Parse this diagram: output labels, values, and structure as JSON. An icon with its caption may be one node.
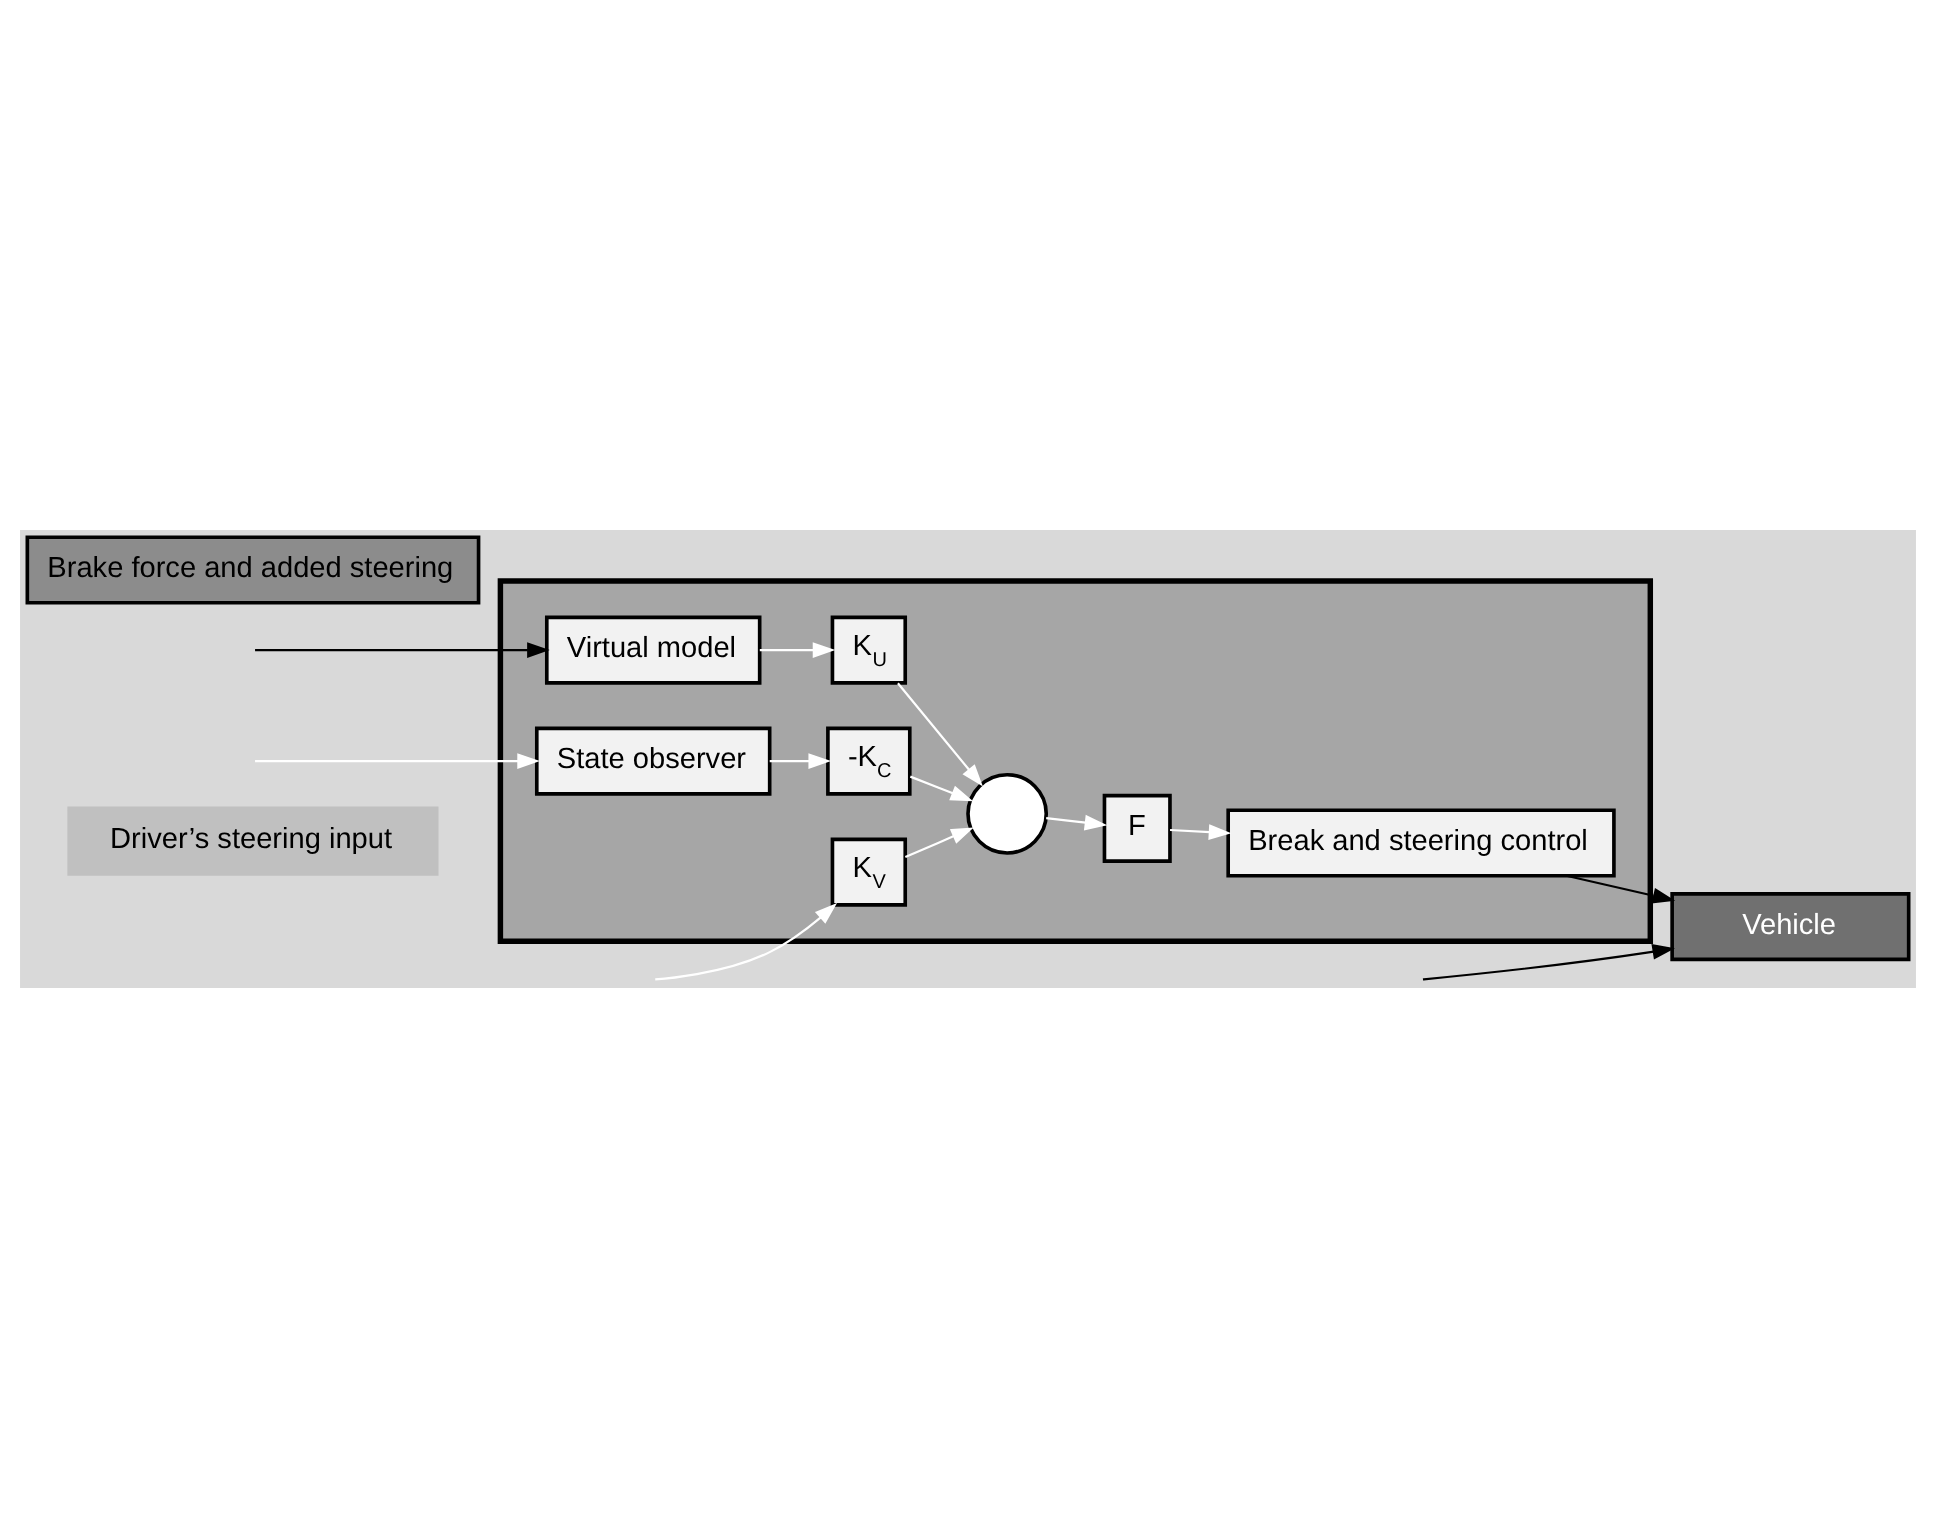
{
  "diagram": {
    "nodes": [
      {
        "text": [
          "Driver’s steering input"
        ]
      },
      {
        "text": [
          "Vehicle"
        ]
      },
      {
        "text": [
          "Brake force and added steering"
        ]
      },
      {
        "text": [],
        "shape": "box"
      },
      {
        "text": [
          "Break and steering control"
        ],
        "in": 3
      },
      {
        "text": [
          "Virtual model"
        ],
        "in": 3
      },
      {
        "text": [
          "K$_{V}$"
        ],
        "in": 3
      },
      {
        "text": [
          "K$_{U}$"
        ],
        "in": 3
      },
      {
        "text": [
          "-K$_{C}$"
        ],
        "in": 3
      },
      {
        "text": [],
        "shape": "circle",
        "in": 3
      },
      {
        "text": [
          "F"
        ],
        "in": 3
      },
      {
        "text": [
          "State observer"
        ],
        "in": 3
      }
    ],
    "edges": [
      {
        "from": null,
        "to": 1,
        "arrow": "to",
        "color": "#000000"
      },
      {
        "from": null,
        "to": 5,
        "arrow": "to",
        "color": "#000000"
      },
      {
        "from": 4,
        "to": 1,
        "arrow": "to",
        "color": "#000000"
      },
      {
        "from": null,
        "to": 6,
        "arrow": "to"
      },
      {
        "from": null,
        "to": 11,
        "arrow": "to"
      },
      {
        "from": 5,
        "to": 7,
        "arrow": "to"
      },
      {
        "from": 6,
        "to": 9,
        "arrow": "to"
      },
      {
        "from": 7,
        "to": 9,
        "arrow": "to"
      },
      {
        "from": 8,
        "to": 9,
        "arrow": "to"
      },
      {
        "from": 9,
        "to": 10,
        "arrow": "to"
      },
      {
        "from": 10,
        "to": 4,
        "arrow": "to"
      },
      {
        "from": 11,
        "to": 8,
        "arrow": "to"
      }
    ]
  }
}
